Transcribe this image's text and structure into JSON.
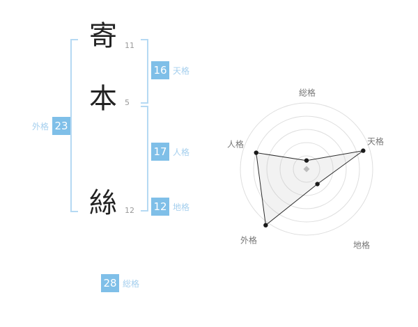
{
  "name_display": {
    "characters": [
      {
        "char": "寄",
        "strokes": "11"
      },
      {
        "char": "本",
        "strokes": "5"
      },
      {
        "char": "絲",
        "strokes": "12"
      }
    ]
  },
  "gokaku": {
    "gaikaku": {
      "label": "外格",
      "value": "23"
    },
    "tenkaku": {
      "label": "天格",
      "value": "16"
    },
    "jinkaku": {
      "label": "人格",
      "value": "17"
    },
    "chikaku": {
      "label": "地格",
      "value": "12"
    },
    "soukaku": {
      "label": "総格",
      "value": "28"
    }
  },
  "chart_data": {
    "type": "radar",
    "title": "",
    "axes": [
      "総格",
      "天格",
      "地格",
      "外格",
      "人格"
    ],
    "values": [
      0.13,
      0.9,
      0.28,
      1.05,
      0.8
    ],
    "max": 1,
    "rings": 5,
    "start_angle_deg": 90,
    "direction": "clockwise",
    "legend": "none",
    "colors": {
      "ring": "#dedede",
      "polygon_fill": "rgba(190,190,190,0.20)",
      "polygon_stroke": "#2b2b2b",
      "point": "#1a1a1a",
      "center_marker": "#bcbcbc"
    }
  },
  "colors": {
    "badge_bg": "#7fbfe8",
    "badge_text": "#ffffff",
    "label_text": "#a5cfee",
    "bracket": "#b5d9f3",
    "kanji": "#222222",
    "stroke_count": "#999999",
    "axis_label": "#777777"
  }
}
